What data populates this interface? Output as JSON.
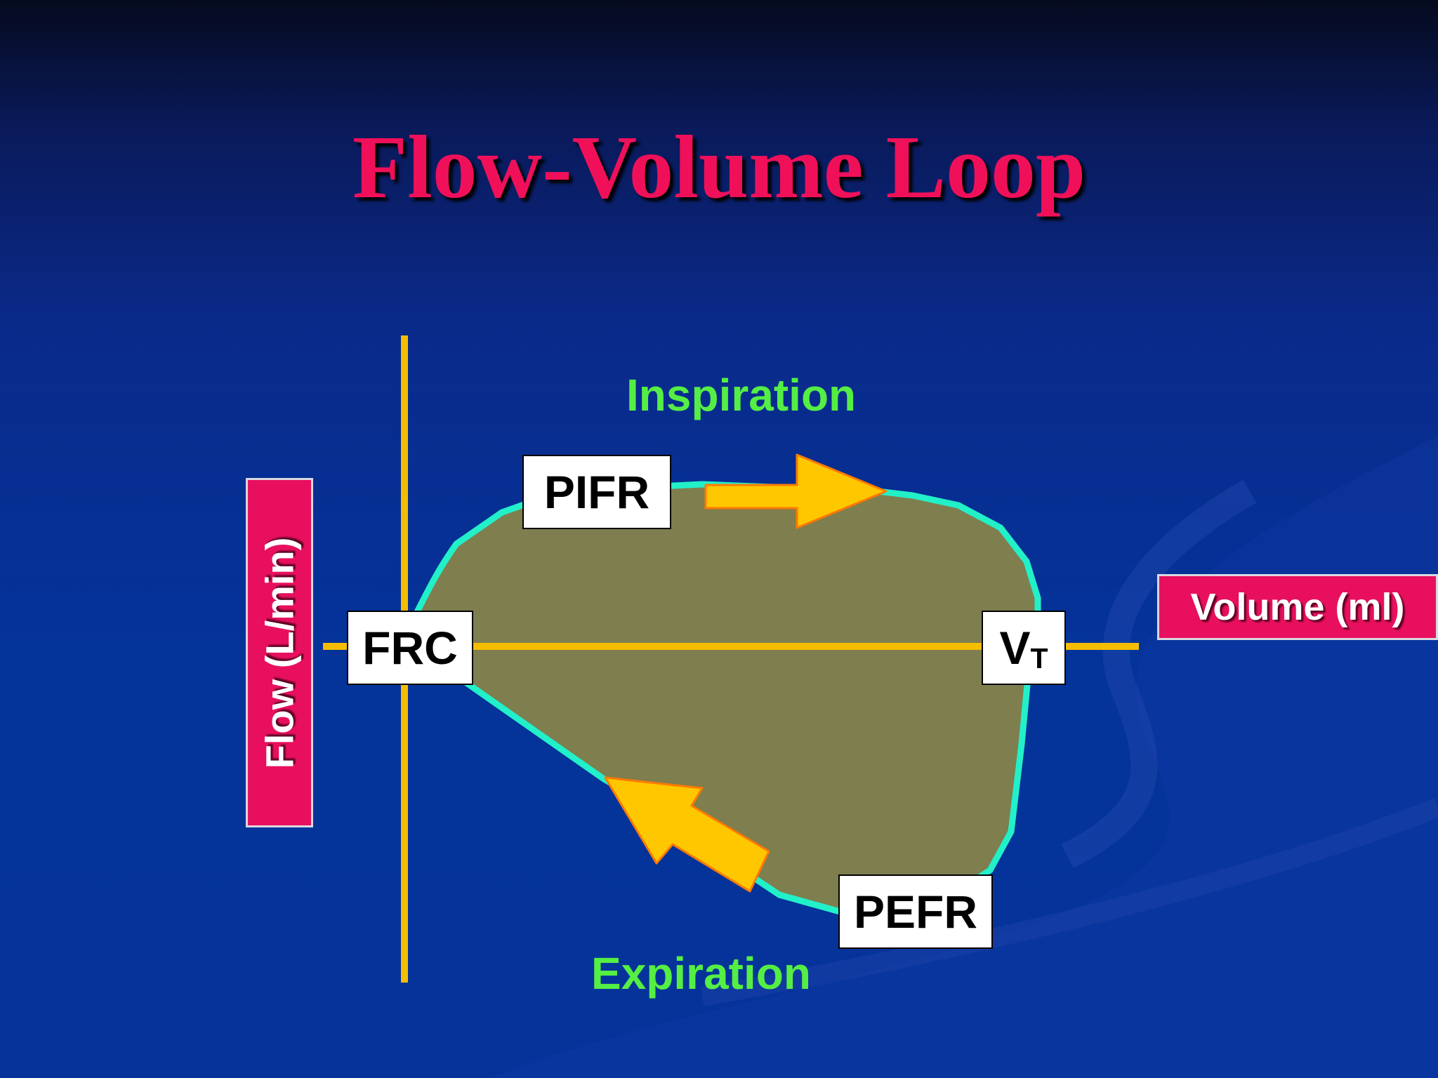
{
  "title": "Flow-Volume Loop",
  "phases": {
    "inspiration": "Inspiration",
    "expiration": "Expiration"
  },
  "axes": {
    "y_label": "Flow (L/min)",
    "x_label": "Volume (ml)"
  },
  "points": {
    "frc": "FRC",
    "vt_main": "V",
    "vt_sub": "T",
    "pifr": "PIFR",
    "pefr": "PEFR"
  },
  "colors": {
    "title": "#f0105a",
    "axis": "#f5bd00",
    "loop_fill": "#7f804e",
    "loop_outline": "#22f0c8",
    "arrow": "#ffc700",
    "phase_text": "#55ee44",
    "tag_bg": "#e8105e"
  }
}
